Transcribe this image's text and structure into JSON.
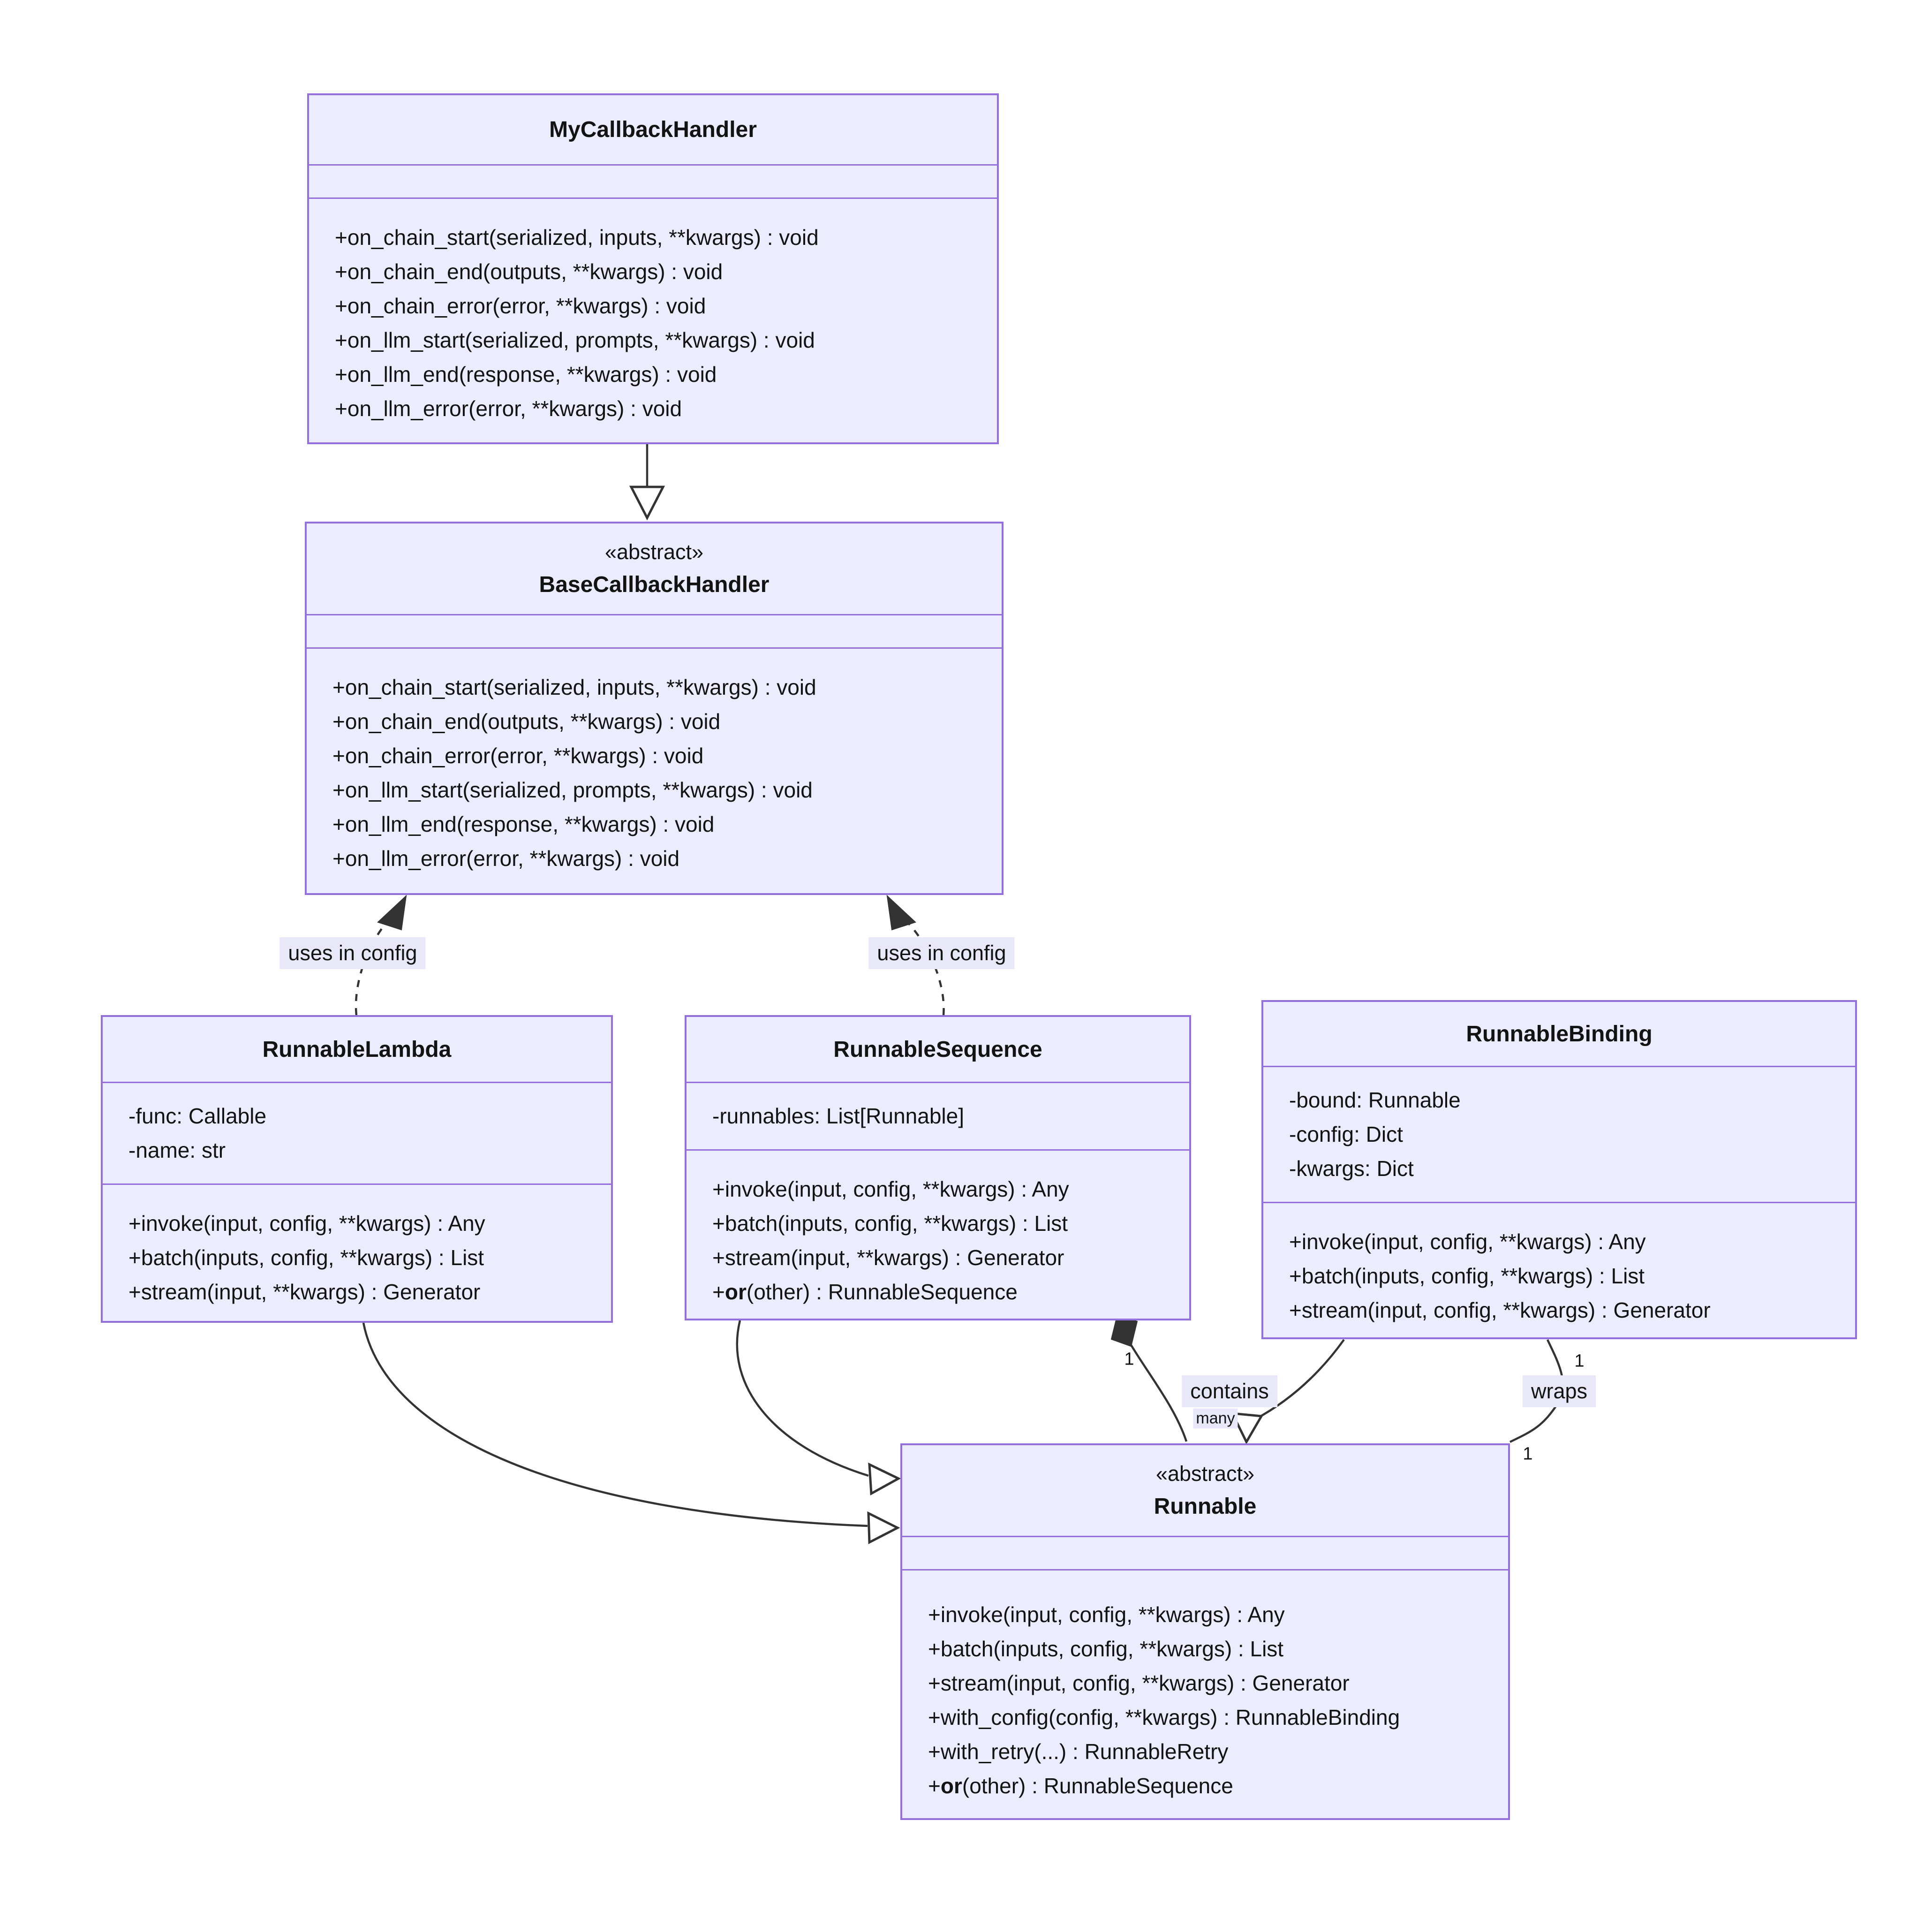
{
  "diagram_type": "uml-class-diagram",
  "colors": {
    "box_fill": "#ECECFF",
    "box_border": "#9370DB",
    "relation_line": "#333333",
    "edge_label_background": "#E8E8F8",
    "text": "#131313"
  },
  "classes": [
    {
      "id": "MyCallbackHandler",
      "stereotype": "",
      "name": "MyCallbackHandler",
      "attributes": [],
      "methods": [
        "+on_chain_start(serialized, inputs, **kwargs) : void",
        "+on_chain_end(outputs, **kwargs) : void",
        "+on_chain_error(error, **kwargs) : void",
        "+on_llm_start(serialized, prompts, **kwargs) : void",
        "+on_llm_end(response, **kwargs) : void",
        "+on_llm_error(error, **kwargs) : void"
      ]
    },
    {
      "id": "BaseCallbackHandler",
      "stereotype": "«abstract»",
      "name": "BaseCallbackHandler",
      "attributes": [],
      "methods": [
        "+on_chain_start(serialized, inputs, **kwargs) : void",
        "+on_chain_end(outputs, **kwargs) : void",
        "+on_chain_error(error, **kwargs) : void",
        "+on_llm_start(serialized, prompts, **kwargs) : void",
        "+on_llm_end(response, **kwargs) : void",
        "+on_llm_error(error, **kwargs) : void"
      ]
    },
    {
      "id": "RunnableLambda",
      "stereotype": "",
      "name": "RunnableLambda",
      "attributes": [
        "-func: Callable",
        "-name: str"
      ],
      "methods": [
        "+invoke(input, config, **kwargs) : Any",
        "+batch(inputs, config, **kwargs) : List",
        "+stream(input, **kwargs) : Generator"
      ]
    },
    {
      "id": "RunnableSequence",
      "stereotype": "",
      "name": "RunnableSequence",
      "attributes": [
        "-runnables: List[Runnable]"
      ],
      "methods": [
        "+invoke(input, config, **kwargs) : Any",
        "+batch(inputs, config, **kwargs) : List",
        "+stream(input, **kwargs) : Generator",
        "+or(other) : RunnableSequence"
      ]
    },
    {
      "id": "RunnableBinding",
      "stereotype": "",
      "name": "RunnableBinding",
      "attributes": [
        "-bound: Runnable",
        "-config: Dict",
        "-kwargs: Dict"
      ],
      "methods": [
        "+invoke(input, config, **kwargs) : Any",
        "+batch(inputs, config, **kwargs) : List",
        "+stream(input, config, **kwargs) : Generator"
      ]
    },
    {
      "id": "Runnable",
      "stereotype": "«abstract»",
      "name": "Runnable",
      "attributes": [],
      "methods": [
        "+invoke(input, config, **kwargs) : Any",
        "+batch(inputs, config, **kwargs) : List",
        "+stream(input, config, **kwargs) : Generator",
        "+with_config(config, **kwargs) : RunnableBinding",
        "+with_retry(...) : RunnableRetry",
        "+or(other) : RunnableSequence"
      ]
    }
  ],
  "edges": [
    {
      "type": "inheritance",
      "from": "MyCallbackHandler",
      "to": "BaseCallbackHandler",
      "label": ""
    },
    {
      "type": "dependency",
      "from": "RunnableLambda",
      "to": "BaseCallbackHandler",
      "label": "uses in config"
    },
    {
      "type": "dependency",
      "from": "RunnableSequence",
      "to": "BaseCallbackHandler",
      "label": "uses in config"
    },
    {
      "type": "composition",
      "from": "RunnableSequence",
      "to": "Runnable",
      "label": "contains",
      "from_card": "1",
      "to_card": "many"
    },
    {
      "type": "association",
      "from": "RunnableBinding",
      "to": "Runnable",
      "label": "wraps",
      "from_card": "1",
      "to_card": "1"
    },
    {
      "type": "inheritance",
      "from": "RunnableSequence",
      "to": "Runnable",
      "label": ""
    },
    {
      "type": "inheritance",
      "from": "RunnableLambda",
      "to": "Runnable",
      "label": ""
    },
    {
      "type": "inheritance",
      "from": "RunnableBinding",
      "to": "Runnable",
      "label": ""
    }
  ]
}
